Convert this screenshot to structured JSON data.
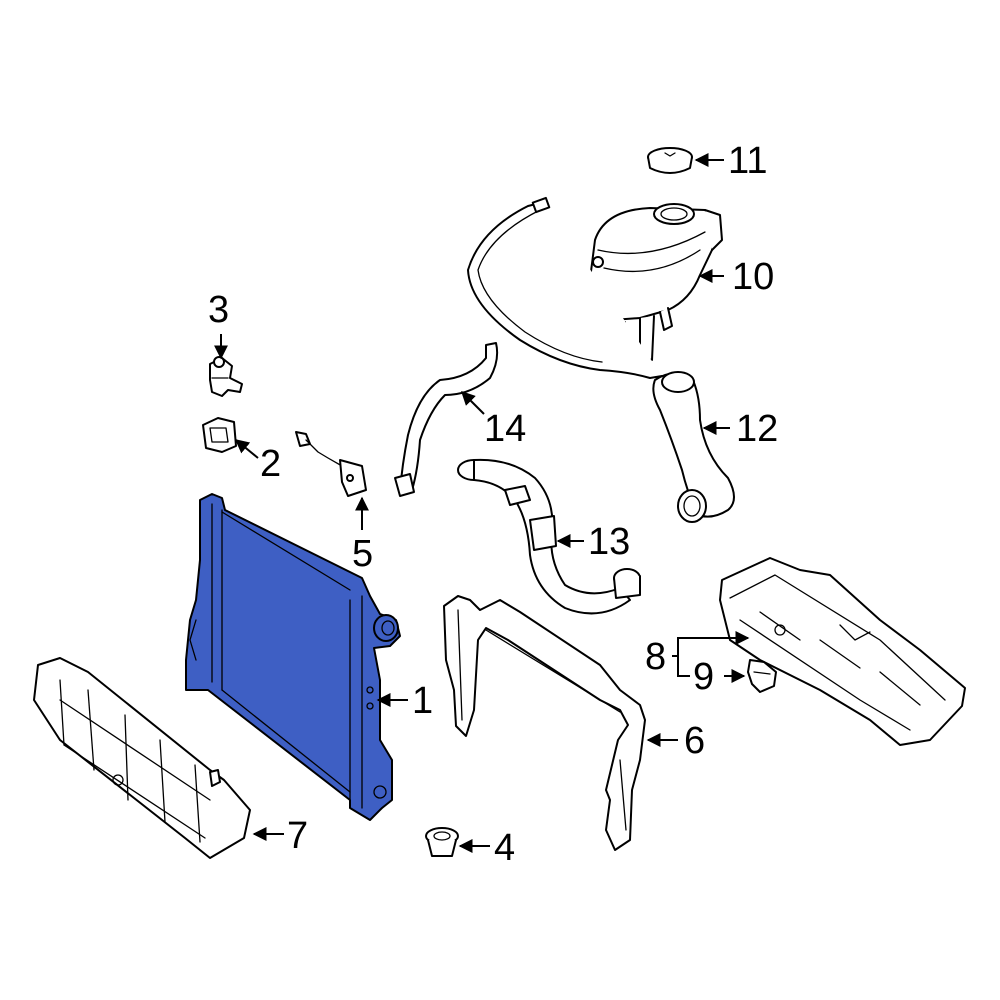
{
  "highlight_color": "#3e5fc4",
  "callouts": [
    {
      "id": "1",
      "text": "1"
    },
    {
      "id": "2",
      "text": "2"
    },
    {
      "id": "3",
      "text": "3"
    },
    {
      "id": "4",
      "text": "4"
    },
    {
      "id": "5",
      "text": "5"
    },
    {
      "id": "6",
      "text": "6"
    },
    {
      "id": "7",
      "text": "7"
    },
    {
      "id": "8",
      "text": "8"
    },
    {
      "id": "9",
      "text": "9"
    },
    {
      "id": "10",
      "text": "10"
    },
    {
      "id": "11",
      "text": "11"
    },
    {
      "id": "12",
      "text": "12"
    },
    {
      "id": "13",
      "text": "13"
    },
    {
      "id": "14",
      "text": "14"
    }
  ],
  "highlighted_part": "1",
  "icons": {
    "leader_arrow": "arrow-icon"
  }
}
